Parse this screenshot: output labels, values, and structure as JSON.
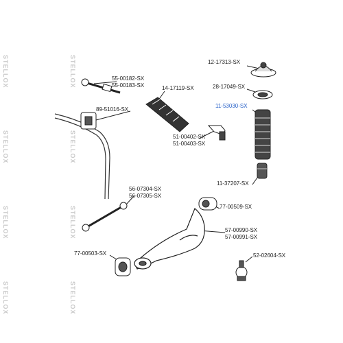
{
  "watermark": "STELLOX",
  "highlight_color": "#2a63c9",
  "parts": [
    {
      "id": "12-17313-SX"
    },
    {
      "id": "28-17049-SX"
    },
    {
      "id": "11-53030-SX",
      "highlighted": true
    },
    {
      "id": "11-37207-SX"
    },
    {
      "id": "55-00182-SX"
    },
    {
      "id": "55-00183-SX"
    },
    {
      "id": "14-17119-SX"
    },
    {
      "id": "89-51016-SX"
    },
    {
      "id": "51-00402-SX"
    },
    {
      "id": "51-00403-SX"
    },
    {
      "id": "56-07304-SX"
    },
    {
      "id": "56-07305-SX"
    },
    {
      "id": "77-00509-SX"
    },
    {
      "id": "57-00990-SX"
    },
    {
      "id": "57-00991-SX"
    },
    {
      "id": "77-00503-SX"
    },
    {
      "id": "52-02604-SX"
    }
  ]
}
